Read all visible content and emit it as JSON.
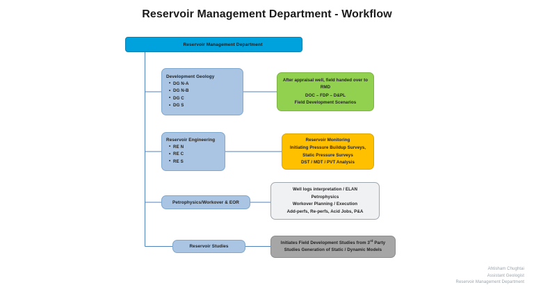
{
  "page": {
    "title": "Reservoir Management Department - Workflow"
  },
  "colors": {
    "root_fill": "#00A2DD",
    "group_fill": "#A9C5E3",
    "green_fill": "#92D14F",
    "amber_fill": "#FFC000",
    "light_fill": "#F0F1F3",
    "gray_fill": "#A6A6A6",
    "connector": "#4f81bd"
  },
  "root": {
    "label": "Reservoir Management Department"
  },
  "branches": {
    "development_geology": {
      "heading": "Development Geology",
      "items": [
        "DG N-A",
        "DG N-B",
        "DG C",
        "DG S"
      ],
      "detail": {
        "name": "after-appraisal-box",
        "lines": [
          "After appraisal well, field handed over to RMD",
          "DOC – FDP – D&PL",
          "Field Development Scenarios"
        ]
      }
    },
    "reservoir_engineering": {
      "heading": "Reservoir Engineering",
      "items": [
        "RE N",
        "RE C",
        "RE S"
      ],
      "detail": {
        "name": "reservoir-monitoring-box",
        "lines": [
          "Reservoir Monitoring",
          "Initiating Pressure Buildup Surveys,",
          "Static Pressure Surveys",
          "DST / MDT / PVT Analysis"
        ]
      }
    },
    "petrophysics": {
      "label": "Petrophysics/Workover & EOR",
      "detail": {
        "name": "well-logs-box",
        "lines": [
          "Well logs interpretation / ELAN",
          "Petrophysics",
          "Workover Planning / Execution",
          "Add-perfs, Re-perfs, Acid Jobs, P&A"
        ]
      }
    },
    "reservoir_studies": {
      "label": "Reservoir Studies",
      "detail": {
        "name": "field-development-studies-box",
        "line1_prefix": "Initiates Field Development Studies from 3",
        "line1_sup": "rd",
        "line1_suffix": " Party",
        "line2": "Studies Generation of Static / Dynamic Models"
      }
    }
  },
  "signature": {
    "name": "Ahtisham Chughtai",
    "role": "Assistant Geologist",
    "department": "Reservoir Management Department"
  }
}
